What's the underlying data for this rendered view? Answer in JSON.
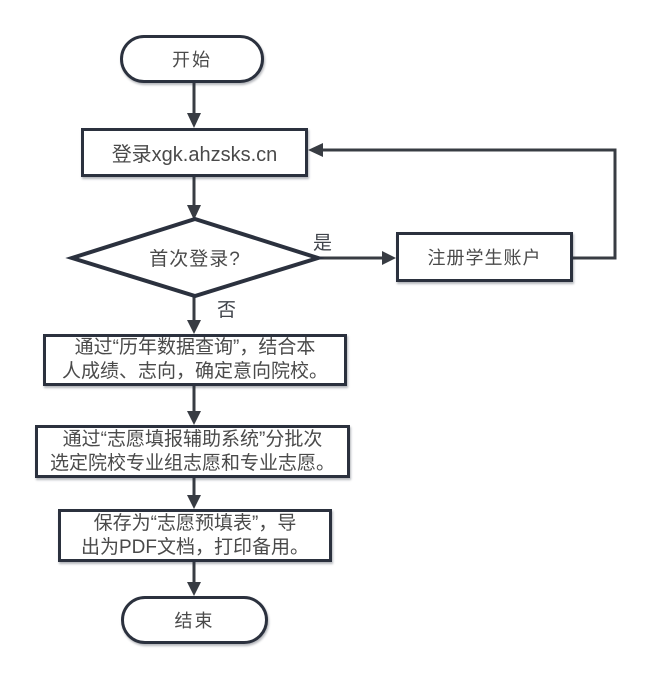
{
  "flowchart": {
    "nodes": {
      "start": {
        "label": "开始"
      },
      "login": {
        "label": "登录xgk.ahzsks.cn"
      },
      "decision": {
        "label": "首次登录?"
      },
      "register": {
        "label": "注册学生账户"
      },
      "research": {
        "line1": "通过“历年数据查询”，结合本",
        "line2": "人成绩、志向，确定意向院校。"
      },
      "fill": {
        "line1": "通过“志愿填报辅助系统”分批次",
        "line2": "选定院校专业组志愿和专业志愿。"
      },
      "save": {
        "line1": "保存为“志愿预填表”，导",
        "line2": "出为PDF文档，打印备用。"
      },
      "end": {
        "label": "结束"
      }
    },
    "edge_labels": {
      "yes": "是",
      "no": "否"
    },
    "colors": {
      "background": "#ffffff",
      "node_fill": "#ffffff",
      "node_border": "#2b313e",
      "arrow": "#383c43",
      "text": "#4a4a4a"
    }
  }
}
